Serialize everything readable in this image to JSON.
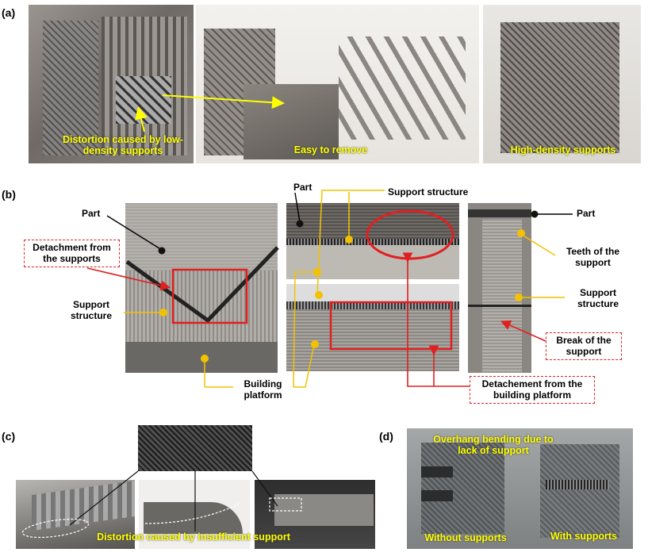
{
  "panel_a": {
    "label": "(a)",
    "captions": {
      "distortion": "Distortion caused by low-density supports",
      "easy": "Easy to remove",
      "high": "High-density supports"
    }
  },
  "panel_b": {
    "label": "(b)",
    "part": "Part",
    "part_top": "Part",
    "part_right": "Part",
    "detachment_supports": "Detachment from the supports",
    "support_structure_left": "Support structure",
    "support_structure_top": "Support structure",
    "teeth": "Teeth of the support",
    "support_structure_right": "Support structure",
    "break": "Break of the support",
    "building_platform": "Building platform",
    "detachment_platform": "Detachement from the building platform"
  },
  "panel_c": {
    "label": "(c)",
    "caption": "Distortion caused by insufficient support"
  },
  "panel_d": {
    "label": "(d)",
    "title": "Overhang bending due to lack of support",
    "without": "Without supports",
    "with": "With supports"
  },
  "colors": {
    "highlight_yellow": "#ffff00",
    "callout_red": "#e02020",
    "marker_gold": "#f2c200"
  }
}
